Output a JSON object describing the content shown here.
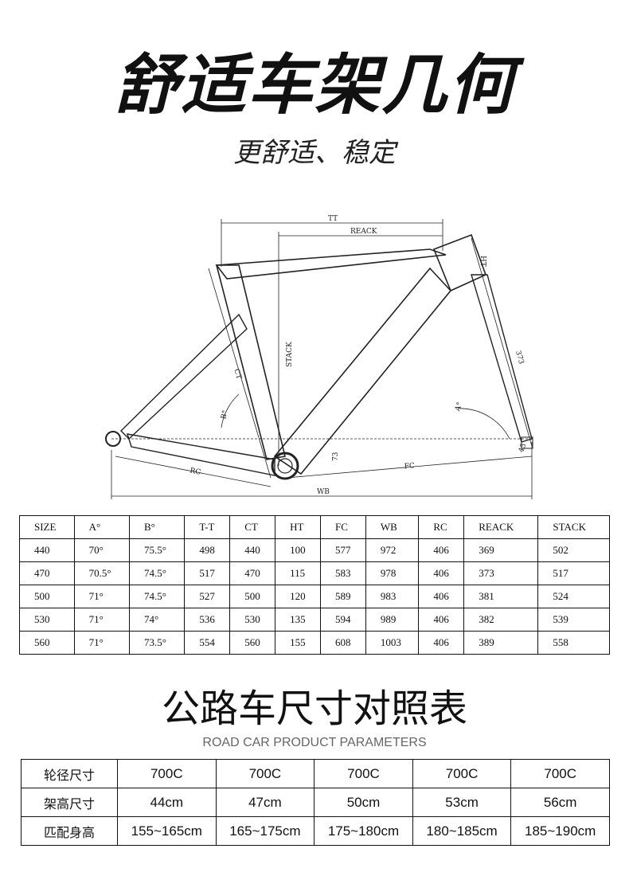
{
  "header": {
    "title": "舒适车架几何",
    "subtitle": "更舒适、稳定"
  },
  "diagram": {
    "labels": {
      "tt": "TT",
      "reack": "REACK",
      "ht": "HT",
      "stack": "STACK",
      "ct": "CT",
      "b": "B°",
      "a": "A°",
      "fork": "373",
      "bb": "73",
      "rake": "45",
      "rc": "RC",
      "fc": "FC",
      "wb": "WB"
    }
  },
  "geometry_table": {
    "headers": [
      "SIZE",
      "A°",
      "B°",
      "T-T",
      "CT",
      "HT",
      "FC",
      "WB",
      "RC",
      "REACK",
      "STACK"
    ],
    "rows": [
      [
        "440",
        "70°",
        "75.5°",
        "498",
        "440",
        "100",
        "577",
        "972",
        "406",
        "369",
        "502"
      ],
      [
        "470",
        "70.5°",
        "74.5°",
        "517",
        "470",
        "115",
        "583",
        "978",
        "406",
        "373",
        "517"
      ],
      [
        "500",
        "71°",
        "74.5°",
        "527",
        "500",
        "120",
        "589",
        "983",
        "406",
        "381",
        "524"
      ],
      [
        "530",
        "71°",
        "74°",
        "536",
        "530",
        "135",
        "594",
        "989",
        "406",
        "382",
        "539"
      ],
      [
        "560",
        "71°",
        "73.5°",
        "554",
        "560",
        "155",
        "608",
        "1003",
        "406",
        "389",
        "558"
      ]
    ]
  },
  "road_section": {
    "title": "公路车尺寸对照表",
    "subtitle": "ROAD CAR PRODUCT PARAMETERS"
  },
  "road_table": {
    "rows": [
      {
        "label": "轮径尺寸",
        "values": [
          "700C",
          "700C",
          "700C",
          "700C",
          "700C"
        ]
      },
      {
        "label": "架高尺寸",
        "values": [
          "44cm",
          "47cm",
          "50cm",
          "53cm",
          "56cm"
        ]
      },
      {
        "label": "匹配身高",
        "values": [
          "155~165cm",
          "165~175cm",
          "175~180cm",
          "180~185cm",
          "185~190cm"
        ]
      }
    ]
  }
}
